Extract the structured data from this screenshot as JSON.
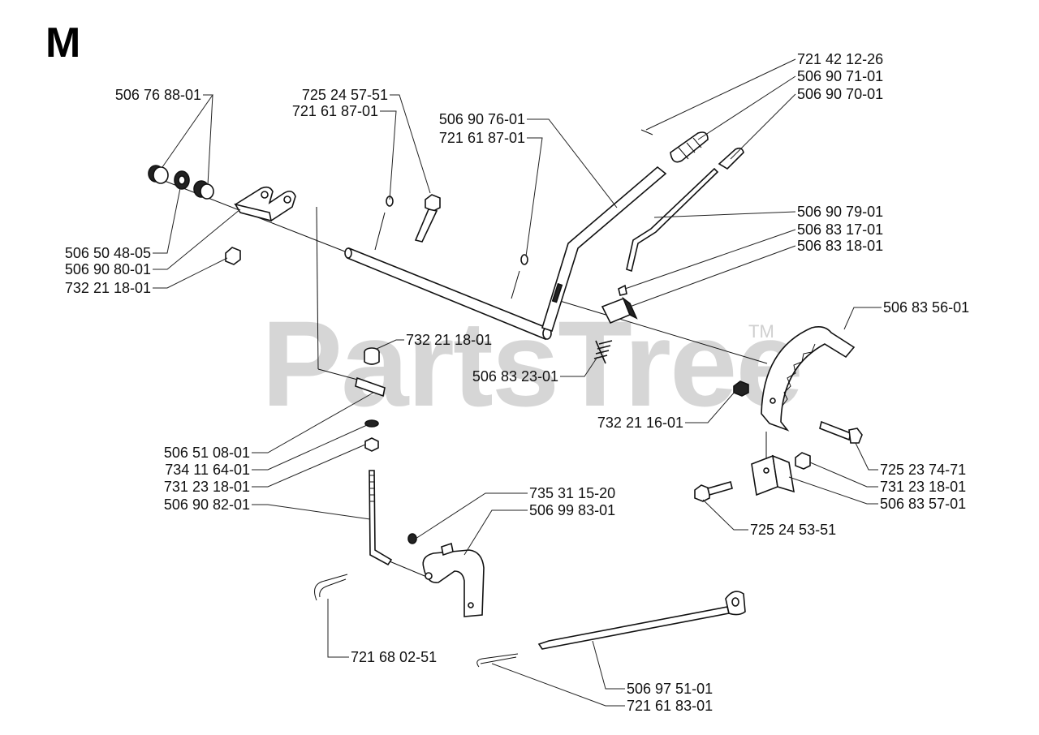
{
  "section_letter": "M",
  "watermark": {
    "text": "PartsTree",
    "trademark": "TM"
  },
  "labels": [
    "506 76 88-01",
    "725 24 57-51",
    "721 61 87-01",
    "506 90 76-01",
    "721 61 87-01",
    "721 42 12-26",
    "506 90 71-01",
    "506 90 70-01",
    "506 90 79-01",
    "506 83 17-01",
    "506 83 18-01",
    "506 83 56-01",
    "506 50 48-05",
    "506 90 80-01",
    "732 21 18-01",
    "732 21 18-01",
    "506 83 23-01",
    "732 21 16-01",
    "725 23 74-71",
    "731 23 18-01",
    "506 83 57-01",
    "725 24 53-51",
    "506 51 08-01",
    "734 11 64-01",
    "731 23 18-01",
    "506 90 82-01",
    "735 31 15-20",
    "506 99 83-01",
    "721 68 02-51",
    "506 97 51-01",
    "721 61 83-01"
  ]
}
